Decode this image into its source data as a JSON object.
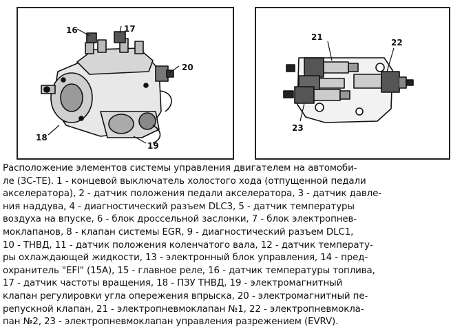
{
  "figure_left": {
    "labels": {
      "l16": "16",
      "l17": "17",
      "l20": "20",
      "l18": "18",
      "l19": "19"
    }
  },
  "figure_right": {
    "labels": {
      "l21": "21",
      "l22": "22",
      "l23": "23"
    }
  },
  "caption_lines": [
    "Расположение элементов системы управления двигателем на автомоби-",
    "ле (3С-TE). 1 - концевой выключатель холостого хода (отпущенной педали",
    "акселератора), 2 - датчик положения педали акселератора, 3 - датчик давле-",
    "ния наддува, 4 - диагностический разъем DLC3, 5 - датчик температуры",
    "воздуха на впуске, 6 - блок дроссельной заслонки, 7 - блок электропнев-",
    "моклапанов, 8 - клапан системы EGR, 9 - диагностический разъем DLC1,",
    "10 - ТНВД, 11 - датчик положения коленчатого вала, 12 - датчик температу-",
    "ры охлаждающей жидкости, 13 - электронный блок управления, 14 - пред-",
    "охранитель \"EFI\" (15A), 15 - главное реле, 16 - датчик температуры топлива,",
    "17 - датчик частоты вращения, 18 - ПЗУ ТНВД, 19 - электромагнитный",
    "клапан регулировки угла опережения впрыска, 20 - электромагнитный пе-",
    "репускной клапан, 21 - электропневмоклапан №1, 22 - электропневмокла-",
    "пан №2, 23 - электропневмоклапан управления разрежением (EVRV)."
  ]
}
